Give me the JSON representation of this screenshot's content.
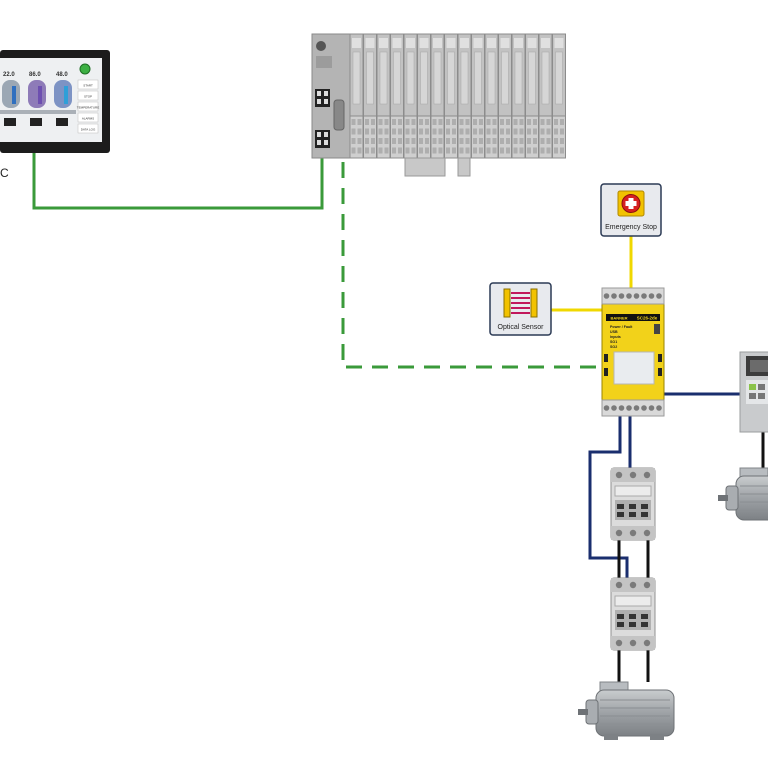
{
  "hmi": {
    "gauge_values": [
      "22.0",
      "86.0",
      "48.0"
    ],
    "side_buttons": [
      "START",
      "STOP",
      "TEMPERATURE",
      "ALARMS",
      "DATA LOG"
    ],
    "caption_fragment": "C"
  },
  "emergency_stop": {
    "label": "Emergency Stop"
  },
  "optical_sensor": {
    "label": "Optical Sensor"
  },
  "safety_controller": {
    "brand": "BANNER",
    "model": "SC26-2de",
    "status_labels": [
      "Power / Fault",
      "USB",
      "Inputs",
      "SO1",
      "SO2"
    ]
  },
  "colors": {
    "ethernet": "#3a9a3a",
    "safety_signal": "#f0d800",
    "output_wiring": "#1a2e6e",
    "module_yellow": "#f2d21a"
  }
}
